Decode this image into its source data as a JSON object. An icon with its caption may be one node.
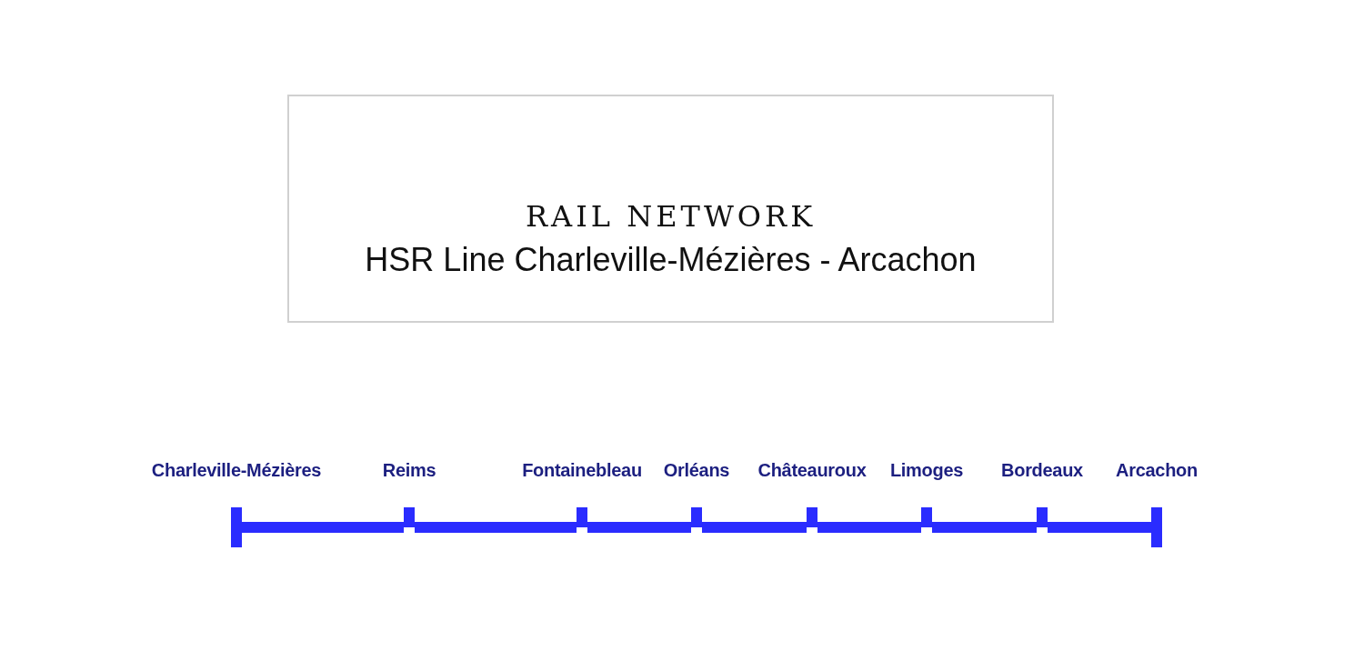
{
  "diagram": {
    "nodes": [
      {
        "text": [
          "RAIL NETWORK",
          "HSR Line Charleville-Mézières - Arcachon"
        ]
      },
      {
        "text": [],
        "shape": "bar",
        "beside": [
          "Charleville-Mézières"
        ]
      },
      {
        "text": [],
        "shape": "bar",
        "beside": [
          "Reims"
        ]
      },
      {
        "text": [],
        "shape": "bar",
        "beside": [
          "Fontainebleau"
        ]
      },
      {
        "text": [],
        "shape": "bar",
        "beside": [
          "Orléans"
        ]
      },
      {
        "text": [],
        "shape": "bar",
        "beside": [
          "Châteauroux"
        ]
      },
      {
        "text": [],
        "shape": "bar",
        "beside": [
          "Limoges"
        ]
      },
      {
        "text": [],
        "shape": "bar",
        "beside": [
          "Bordeaux"
        ]
      },
      {
        "text": [],
        "shape": "bar",
        "beside": [
          "Arcachon"
        ]
      }
    ],
    "edges": [
      {
        "from": 1,
        "to": 2,
        "arrow": "none"
      },
      {
        "from": 2,
        "to": 3,
        "arrow": "none"
      },
      {
        "from": 3,
        "to": 4,
        "arrow": "none"
      },
      {
        "from": 4,
        "to": 5,
        "arrow": "none"
      },
      {
        "from": 5,
        "to": 6,
        "arrow": "none"
      },
      {
        "from": 6,
        "to": 7,
        "arrow": "none"
      },
      {
        "from": 7,
        "to": 8,
        "arrow": "none"
      }
    ]
  }
}
